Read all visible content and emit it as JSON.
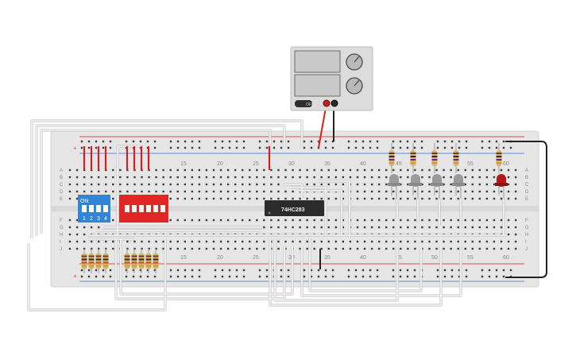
{
  "colors": {
    "board": "#e6e6e6",
    "rail_red": "#d94a4a",
    "rail_blue": "#6a8fd0",
    "hole": "#3c3c3c",
    "wire_white": "#f4f4f4",
    "wire_red": "#d91e1e",
    "wire_black": "#222222",
    "chip": "#2b2b2b",
    "dip_blue": "#2f86d8",
    "dip_red": "#e12626",
    "led_gray": "#9a9a9a",
    "led_red": "#b3161b",
    "psu_body": "#dcdcdc"
  },
  "breadboard": {
    "column_labels": [
      "15",
      "20",
      "25",
      "30",
      "35",
      "40",
      "45",
      "50",
      "55",
      "60"
    ],
    "row_labels_top": [
      "A",
      "B",
      "C",
      "D",
      "E"
    ],
    "row_labels_bottom": [
      "F",
      "G",
      "H",
      "I",
      "J"
    ],
    "rail_plus": "+",
    "rail_minus": "–"
  },
  "chip": {
    "label": "74HC283"
  },
  "dip_switch": {
    "on_label": "ON",
    "numbers": [
      "1",
      "2",
      "3",
      "4"
    ]
  },
  "power_supply": {
    "button_label": "OFF"
  },
  "icons": {
    "psu_knob_voltage": "knob-icon",
    "psu_knob_current": "knob-icon"
  }
}
